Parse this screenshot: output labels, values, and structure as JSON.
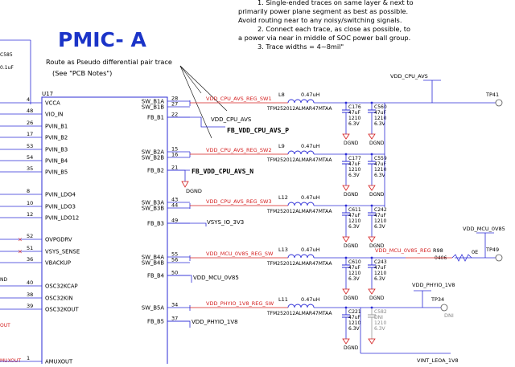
{
  "title": "PMIC- A",
  "notes": [
    "1. Single-ended traces on same layer & next to",
    "primarily power plane segment as best as possible.",
    "Avoid routing near to any noisy/switching signals.",
    "2. Connect each trace, as close as possible, to",
    "a power via near in middle of SOC power ball group.",
    "3. Trace widths = 4~8mil\""
  ],
  "route_note": [
    "Route as Pseudo differential pair trace",
    "(See \"PCB Notes\")"
  ],
  "chip_ref": "U17",
  "left_pins": [
    {
      "num": "4",
      "name": "VCCA"
    },
    {
      "num": "48",
      "name": "VIO_IN"
    },
    {
      "num": "26",
      "name": "PVIN_B1"
    },
    {
      "num": "17",
      "name": "PVIN_B2"
    },
    {
      "num": "53",
      "name": "PVIN_B3"
    },
    {
      "num": "54",
      "name": "PVIN_B4"
    },
    {
      "num": "35",
      "name": "PVIN_B5"
    },
    {
      "num": "8",
      "name": "PVIN_LDO4"
    },
    {
      "num": "10",
      "name": "PVIN_LDO3"
    },
    {
      "num": "12",
      "name": "PVIN_LDO12"
    },
    {
      "num": "52",
      "name": "OVPGDRV"
    },
    {
      "num": "51",
      "name": "VSYS_SENSE"
    },
    {
      "num": "36",
      "name": "VBACKUP"
    },
    {
      "num": "40",
      "name": "OSC32KCAP"
    },
    {
      "num": "38",
      "name": "OSC32KIN"
    },
    {
      "num": "39",
      "name": "OSC32KOUT"
    },
    {
      "num": "1",
      "name": "AMUXOUT"
    }
  ],
  "left_fragments": [
    "C585",
    "0.1uF",
    "ND",
    "OUT",
    "MUXOUT"
  ],
  "right_pins": [
    {
      "num": "28",
      "name": "SW_B1A"
    },
    {
      "num": "27",
      "name": "SW_B1B"
    },
    {
      "num": "22",
      "name": "FB_B1"
    },
    {
      "num": "15",
      "name": "SW_B2A"
    },
    {
      "num": "16",
      "name": "SW_B2B"
    },
    {
      "num": "21",
      "name": "FB_B2"
    },
    {
      "num": "43",
      "name": "SW_B3A"
    },
    {
      "num": "44",
      "name": "SW_B3B"
    },
    {
      "num": "49",
      "name": "FB_B3"
    },
    {
      "num": "55",
      "name": "SW_B4A"
    },
    {
      "num": "56",
      "name": "SW_B4B"
    },
    {
      "num": "50",
      "name": "FB_B4"
    },
    {
      "num": "34",
      "name": "SW_B5A"
    },
    {
      "num": "37",
      "name": "FB_B5"
    }
  ],
  "nets": {
    "sw1": "VDD_CPU_AVS_REG_SW1",
    "sw2": "VDD_CPU_AVS_REG_SW2",
    "sw3": "VDD_CPU_AVS_REG_SW3",
    "sw4": "VDD_MCU_0V85_REG_SW",
    "sw5": "VDD_PHYIO_1V8_REG_SW",
    "fb1_net": "VDD_CPU_AVS",
    "fb_p": "FB_VDD_CPU_AVS_P",
    "fb_n": "FB_VDD_CPU_AVS_N",
    "fb3": "VSYS_IO_3V3",
    "fb4": "VDD_MCU_0V85",
    "fb5": "VDD_PHYIO_1V8",
    "dgnd": "DGND",
    "cpu_avs": "VDD_CPU_AVS",
    "mcu_0v85": "VDD_MCU_0V85",
    "mcu_reg": "VDD_MCU_0V85_REG",
    "phyio": "VDD_PHYIO_1V8",
    "bottom": "VINT_LEOA_1V8"
  },
  "inductors": [
    {
      "ref": "L8",
      "value": "0.47uH",
      "part": "TFM252012ALMAR47MTAA"
    },
    {
      "ref": "L9",
      "value": "0.47uH",
      "part": "TFM252012ALMAR47MTAA"
    },
    {
      "ref": "L12",
      "value": "0.47uH",
      "part": "TFM252012ALMAR47MTAA"
    },
    {
      "ref": "L13",
      "value": "0.47uH",
      "part": "TFM252012ALMAR47MTAA"
    },
    {
      "ref": "L11",
      "value": "0.47uH",
      "part": "TFM252012ALMAR47MTAA"
    }
  ],
  "caps": [
    {
      "ref": "C176",
      "value": "47uF",
      "size": "1210",
      "volt": "6.3V"
    },
    {
      "ref": "C560",
      "value": "47uF",
      "size": "1210",
      "volt": "6.3V"
    },
    {
      "ref": "C177",
      "value": "47uF",
      "size": "1210",
      "volt": "6.3V"
    },
    {
      "ref": "C559",
      "value": "47uF",
      "size": "1210",
      "volt": "6.3V"
    },
    {
      "ref": "C611",
      "value": "47uF",
      "size": "1210",
      "volt": "6.3V"
    },
    {
      "ref": "C242",
      "value": "47uF",
      "size": "1210",
      "volt": "6.3V"
    },
    {
      "ref": "C610",
      "value": "47uF",
      "size": "1210",
      "volt": "6.3V"
    },
    {
      "ref": "C243",
      "value": "47uF",
      "size": "1210",
      "volt": "6.3V"
    },
    {
      "ref": "C221",
      "value": "47uF",
      "size": "1210",
      "volt": "6.3V"
    },
    {
      "ref": "C582",
      "value": "DNI",
      "size": "1210",
      "volt": "6.3V"
    }
  ],
  "resistor": {
    "ref": "R98",
    "size": "0406",
    "value": "0E"
  },
  "testpoints": [
    "TP41",
    "TP49",
    "TP34"
  ],
  "dni": "DNI",
  "colors": {
    "title": "#1b34c8",
    "wire": "#2b2bd6",
    "net": "#d41f1f",
    "ink": "#000000"
  }
}
